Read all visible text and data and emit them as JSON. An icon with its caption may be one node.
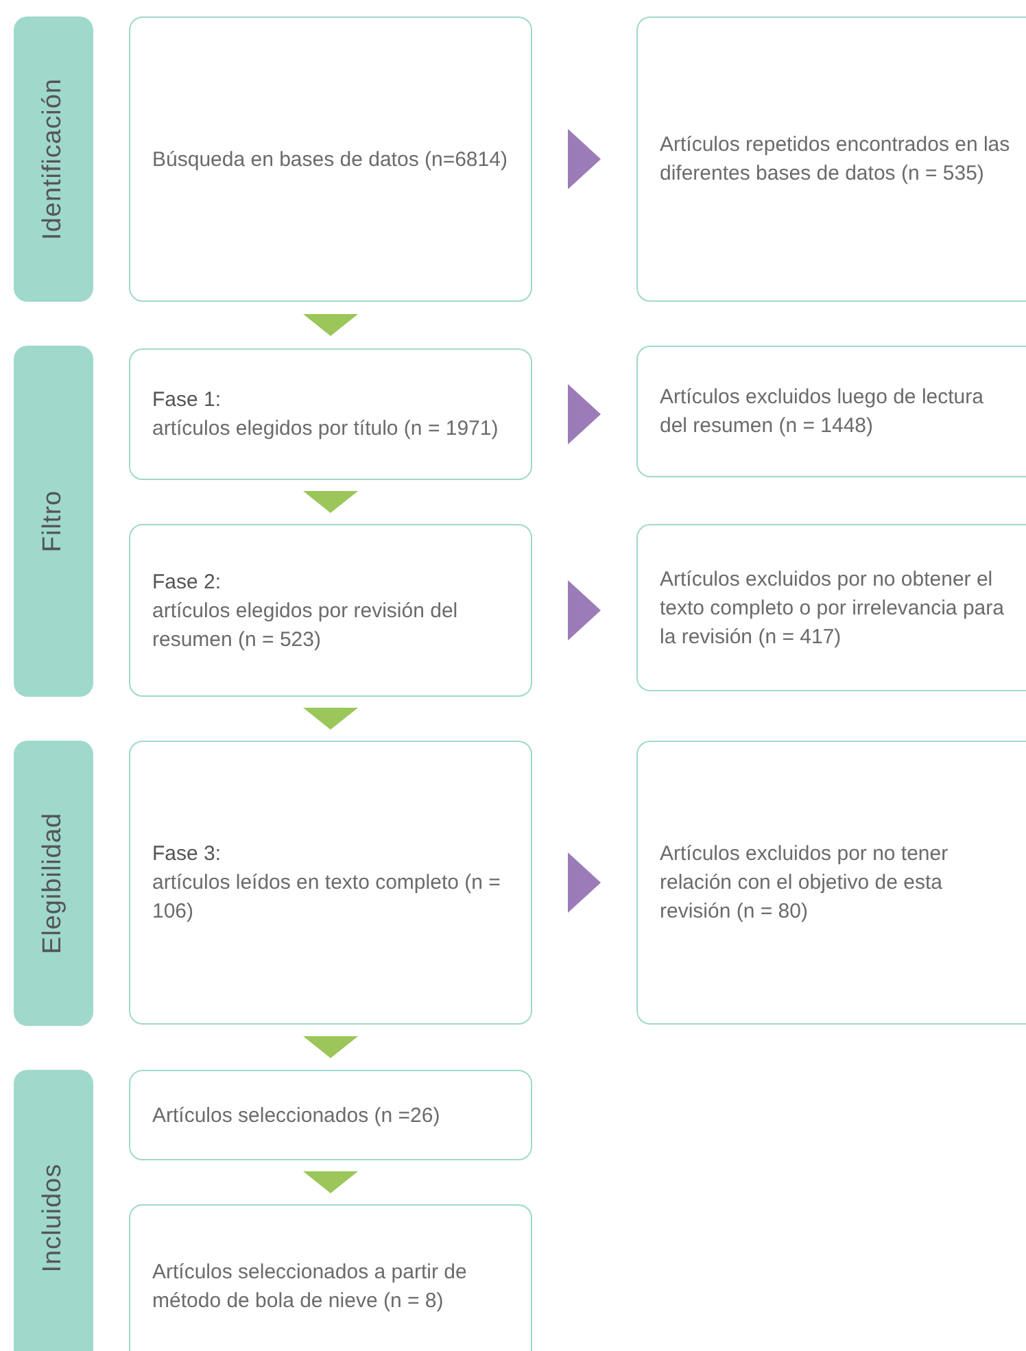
{
  "diagram": {
    "nodes": [
      {
        "text": [
          "Identificación"
        ]
      },
      {
        "text": [
          "Búsqueda en bases de datos (n=6814)"
        ]
      },
      {
        "text": [
          "Artículos repetidos encontrados en las diferentes bases de datos (n = 535)"
        ]
      },
      {
        "text": [
          "Filtro"
        ]
      },
      {
        "text": [
          "Fase 1:",
          "artículos elegidos por título (n = 1971)"
        ]
      },
      {
        "text": [
          "Artículos excluidos luego de lectura del resumen (n = 1448)"
        ]
      },
      {
        "text": [
          "Fase 2:",
          "artículos elegidos por revisión del resumen (n = 523)"
        ]
      },
      {
        "text": [
          "Artículos excluidos por no obtener el texto completo o por irrelevancia para la revisión (n = 417)"
        ]
      },
      {
        "text": [
          "Elegibilidad"
        ]
      },
      {
        "text": [
          "Fase 3:",
          "artículos leídos en texto completo (n = 106)"
        ]
      },
      {
        "text": [
          "Artículos excluidos por no tener relación con el objetivo de esta revisión (n = 80)"
        ]
      },
      {
        "text": [
          "Incluidos"
        ]
      },
      {
        "text": [
          "Artículos seleccionados (n =26)"
        ]
      },
      {
        "text": [
          "Artículos seleccionados a partir de método de bola de nieve (n = 8)"
        ]
      }
    ],
    "edges": [
      {
        "from": 1,
        "to": 4,
        "arrow": "to"
      },
      {
        "from": 4,
        "to": 6,
        "arrow": "to"
      },
      {
        "from": 6,
        "to": 9,
        "arrow": "to"
      },
      {
        "from": 9,
        "to": 12,
        "arrow": "to"
      },
      {
        "from": 12,
        "to": 13,
        "arrow": "to"
      },
      {
        "from": 1,
        "to": 2,
        "arrow": "to",
        "color": "#9b7bb8"
      },
      {
        "from": 4,
        "to": 5,
        "arrow": "to",
        "color": "#9b7bb8"
      },
      {
        "from": 6,
        "to": 7,
        "arrow": "to",
        "color": "#9b7bb8"
      },
      {
        "from": 9,
        "to": 10,
        "arrow": "to",
        "color": "#9b7bb8"
      }
    ]
  }
}
